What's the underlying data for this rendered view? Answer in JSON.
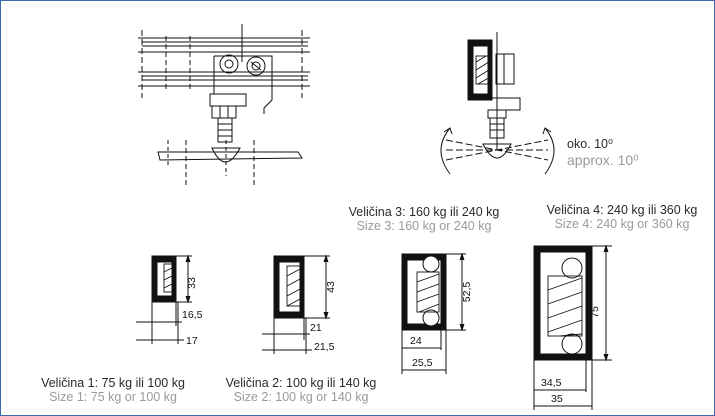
{
  "angle": {
    "local": "oko. 10⁰",
    "english": "approx. 10⁰"
  },
  "sizes": [
    {
      "local": "Veličina 1: 75 kg ili 100 kg",
      "english": "Size 1: 75 kg or 100 kg",
      "dims": [
        "33",
        "16,5",
        "17"
      ]
    },
    {
      "local": "Veličina 2: 100 kg ili 140 kg",
      "english": "Size 2: 100 kg or 140 kg",
      "dims": [
        "43",
        "21",
        "21,5"
      ]
    },
    {
      "local": "Veličina 3: 160 kg ili 240 kg",
      "english": "Size 3: 160 kg or 240 kg",
      "dims": [
        "52,5",
        "24",
        "25,5"
      ]
    },
    {
      "local": "Veličina 4: 240 kg ili 360 kg",
      "english": "Size 4: 240 kg or 360 kg",
      "dims": [
        "75",
        "34,5",
        "35"
      ]
    }
  ]
}
